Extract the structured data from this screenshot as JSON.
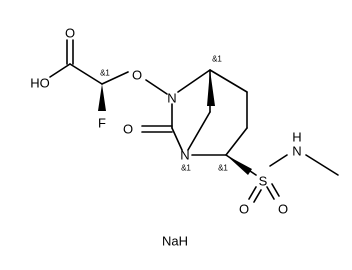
{
  "molecule": {
    "atoms": {
      "carboxyl_oxygen": "O",
      "hydroxyl": "HO",
      "fluorine": "F",
      "ether_oxygen": "O",
      "ring_nitrogen_top": "N",
      "carbonyl_oxygen": "O",
      "ring_nitrogen_bottom": "N",
      "sulfonamide_nitrogen": "N",
      "sulfonamide_hydrogen": "H",
      "sulfur": "S",
      "sulfonyl_oxygen_left": "O",
      "sulfonyl_oxygen_right": "O"
    },
    "stereo_labels": {
      "alpha_carbon": "&1",
      "bridgehead_top": "&1",
      "ring_nitrogen_bottom": "&1",
      "sulfonyl_carbon": "&1"
    },
    "counterion": "NaH"
  }
}
